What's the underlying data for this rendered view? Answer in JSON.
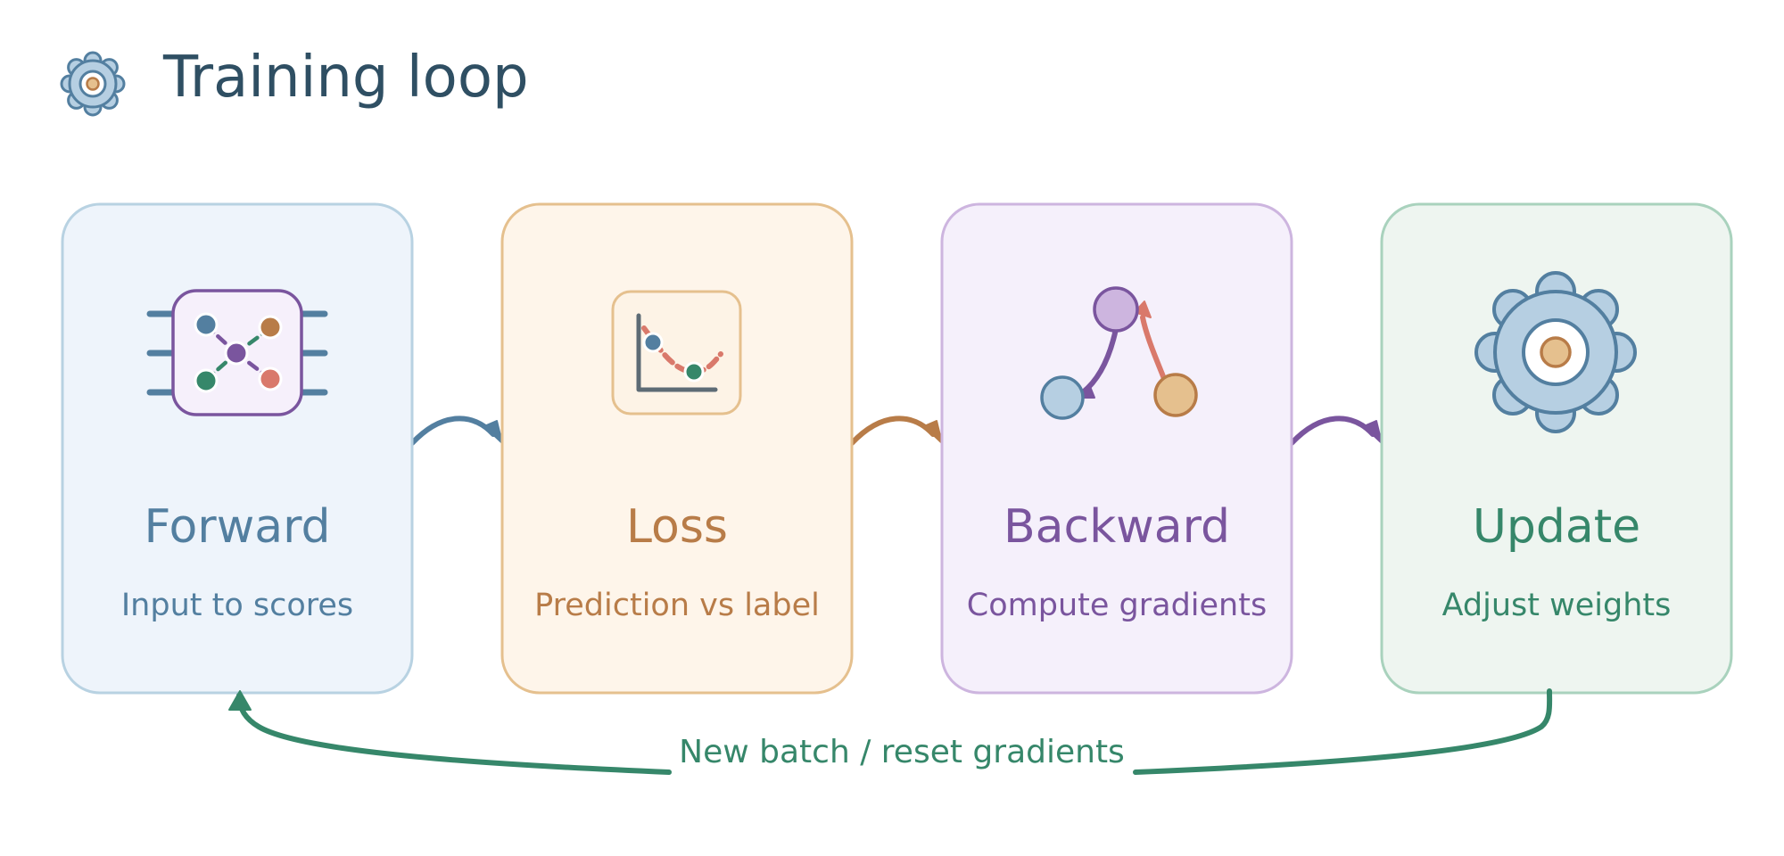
{
  "title": "Training loop",
  "steps": [
    {
      "title": "Forward",
      "subtitle": "Input to scores"
    },
    {
      "title": "Loss",
      "subtitle": "Prediction vs label"
    },
    {
      "title": "Backward",
      "subtitle": "Compute gradients"
    },
    {
      "title": "Update",
      "subtitle": "Adjust weights"
    }
  ],
  "loop_label": "New batch / reset gradients",
  "colors": {
    "title": "#2f4f63",
    "blue": "#537fa0",
    "orange": "#b87c48",
    "purple": "#7a559e",
    "green": "#36876a",
    "coral": "#d9796b",
    "blue_light": "#b6cfe2",
    "orange_light": "#e5c08e",
    "purple_light": "#cdb5df"
  },
  "icons": {
    "header": "gear-icon",
    "forward": "network-chip-icon",
    "loss": "loss-curve-icon",
    "backward": "gradient-graph-icon",
    "update": "gear-icon"
  }
}
